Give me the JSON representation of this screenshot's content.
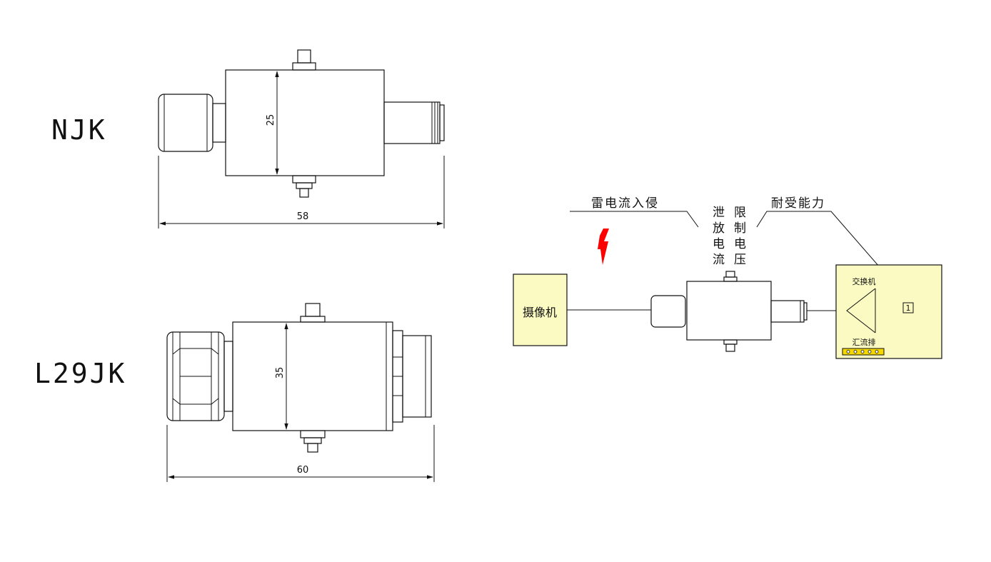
{
  "njk": {
    "model": "NJK",
    "height_label": "25",
    "length_label": "58"
  },
  "l29jk": {
    "model": "L29JK",
    "height_label": "35",
    "length_label": "60"
  },
  "schematic": {
    "camera_label": "摄像机",
    "lightning_label": "雷电流入侵",
    "discharge_label": [
      "泄",
      "放",
      "电",
      "流"
    ],
    "limit_label": [
      "限",
      "制",
      "电",
      "压"
    ],
    "withstand_label": "耐受能力",
    "switch_label": "交换机",
    "busbar_label": "汇流排",
    "port_label": "1",
    "colors": {
      "panel": "#fafac2",
      "lightning": "#ff0000",
      "busbar": "#f5d800"
    }
  }
}
